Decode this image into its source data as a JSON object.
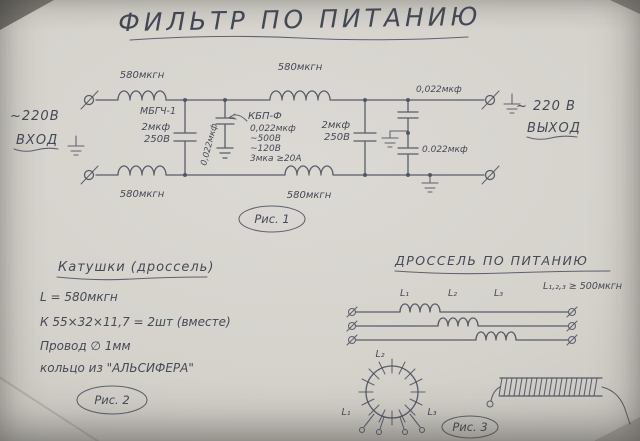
{
  "title": "ФИЛЬТР ПО ПИТАНИЮ",
  "schematic": {
    "input_line1": "~220В",
    "input_line2": "ВХОД",
    "output_line1": "~ 220 В",
    "output_line2": "ВЫХОД",
    "coil_top_left": "580мкгн",
    "coil_top_right": "580мкгн",
    "coil_bottom_left": "580мкгн",
    "coil_bottom_right": "580мкгн",
    "cap1_type": "МБГЧ-1",
    "cap1_value": "2мкф",
    "cap1_voltage": "250В",
    "cap2_value": "0,022мкф",
    "note_type": "КБП-Ф",
    "note_value": "0,022мкф",
    "note_v1": "~500В",
    "note_v2": "~120В",
    "note_current": "3мка ≥20А",
    "cap3_value": "2мкф",
    "cap3_voltage": "250В",
    "cap4_top_value": "0,022мкф",
    "cap4_bottom_value": "0.022мкф",
    "figure_label": "Рис. 1"
  },
  "coils_note": {
    "heading": "Катушки (дроссель)",
    "inductance": "L = 580мкгн",
    "core": "К 55×32×11,7 = 2шт (вместе)",
    "wire": "Провод ∅ 1мм",
    "ring": "кольцо из \"АЛЬСИФЕРА\"",
    "figure_label": "Рис. 2"
  },
  "choke": {
    "heading": "ДРОССЕЛЬ ПО ПИТАНИЮ",
    "coil1_label": "L₁",
    "coil2_label": "L₂",
    "coil3_label": "L₃",
    "spec": "L₁,₂,₃ ≥ 500мкгн",
    "toroid_l1": "L₁",
    "toroid_l2": "L₂",
    "toroid_l3": "L₃",
    "figure_label": "Рис. 3"
  }
}
